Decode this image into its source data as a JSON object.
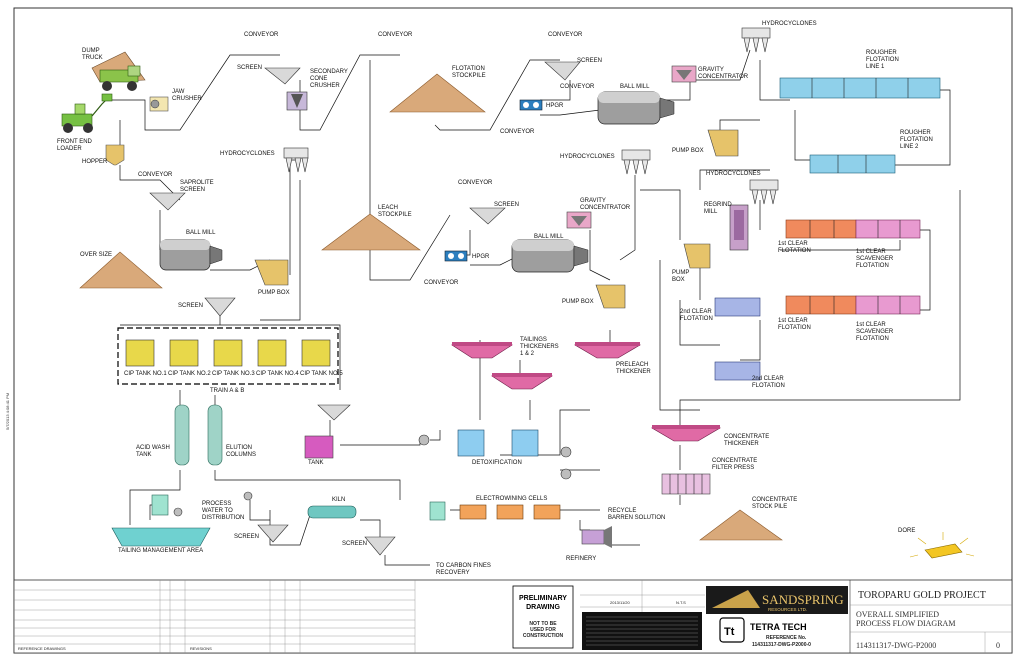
{
  "labels": {
    "dump_truck": [
      "DUMP",
      "TRUCK"
    ],
    "jaw_crusher": [
      "JAW",
      "CRUSHER"
    ],
    "front_end_loader": [
      "FRONT END",
      "LOADER"
    ],
    "hopper": "HOPPER",
    "conveyor": "CONVEYOR",
    "screen": "SCREEN",
    "secondary_cone_crusher": [
      "SECONDARY",
      "CONE",
      "CRUSHER"
    ],
    "flotation_stockpile": [
      "FLOTATION",
      "STOCKPILE"
    ],
    "hpgr": "HPGR",
    "ball_mill": "BALL MILL",
    "gravity_concentrator": [
      "GRAVITY",
      "CONCENTRATOR"
    ],
    "hydrocyclones": "HYDROCYCLONES",
    "rougher_flotation_1": [
      "ROUGHER",
      "FLOTATION",
      "LINE 1"
    ],
    "rougher_flotation_2": [
      "ROUGHER",
      "FLOTATION",
      "LINE 2"
    ],
    "pump_box": "PUMP BOX",
    "saprolite_screen": [
      "SAPROLITE",
      "SCREEN"
    ],
    "over_size": "OVER SIZE",
    "leach_stockpile": [
      "LEACH",
      "STOCKPILE"
    ],
    "regrind_mill": [
      "REGRIND",
      "MILL"
    ],
    "first_clear_flotation": [
      "1st CLEAR",
      "FLOTATION"
    ],
    "first_clear_scavenger": [
      "1st CLEAR",
      "SCAVENGER",
      "FLOTATION"
    ],
    "second_clear_flotation": [
      "2nd CLEAR",
      "FLOTATION"
    ],
    "pump_box_2": [
      "PUMP",
      "BOX"
    ],
    "tailings_thickeners": [
      "TAILINGS",
      "THICKENERS",
      "1 & 2"
    ],
    "preleach_thickener": [
      "PRELEACH",
      "THICKENER"
    ],
    "cip_tanks": [
      "CIP TANK NO.1",
      "CIP TANK NO.2",
      "CIP TANK NO.3",
      "CIP TANK NO.4",
      "CIP TANK NO.5"
    ],
    "train": "TRAIN A & B",
    "acid_wash_tank": [
      "ACID WASH",
      "TANK"
    ],
    "elution_columns": [
      "ELUTION",
      "COLUMNS"
    ],
    "tank": "TANK",
    "detoxification": "DETOXIFICATION",
    "concentrate_thickener": [
      "CONCENTRATE",
      "THICKENER"
    ],
    "concentrate_filter_press": [
      "CONCENTRATE",
      "FILTER PRESS"
    ],
    "concentrate_stock_pile": [
      "CONCENTRATE",
      "STOCK PILE"
    ],
    "process_water": [
      "PROCESS",
      "WATER TO",
      "DISTRIBUTION"
    ],
    "kiln": "KILN",
    "electrowining_cells": "ELECTROWINING CELLS",
    "recycle_barren": [
      "RECYCLE",
      "BARREN SOLUTION"
    ],
    "tailing_management": "TAILING MANAGEMENT AREA",
    "carbon_fines": [
      "TO CARBON FINES",
      "RECOVERY"
    ],
    "refinery": "REFINERY",
    "dore": "DORE"
  },
  "title_block": {
    "preliminary": [
      "PRELIMINARY",
      "DRAWING"
    ],
    "not_for_construction": [
      "NOT TO BE",
      "USED FOR",
      "CONSTRUCTION"
    ],
    "client_name": "SANDSPRING",
    "client_sub": "RESOURCES LTD.",
    "firm": "TETRA TECH",
    "reference_label": "REFERENCE No.",
    "reference_no": "114311317-DWG-P2000-0",
    "project": "TOROPARU GOLD PROJECT",
    "title_line1": "OVERALL SIMPLIFIED",
    "title_line2": "PROCESS FLOW DIAGRAM",
    "drawing_no": "114311317-DWG-P2000",
    "revision": "0",
    "date": "2013/11/20",
    "scale": "N.T.S",
    "reference_drawings": "REFERENCE DRAWINGS",
    "revisions": "REVISIONS"
  },
  "side_text": "5/7/2013 4:08:41 PM"
}
